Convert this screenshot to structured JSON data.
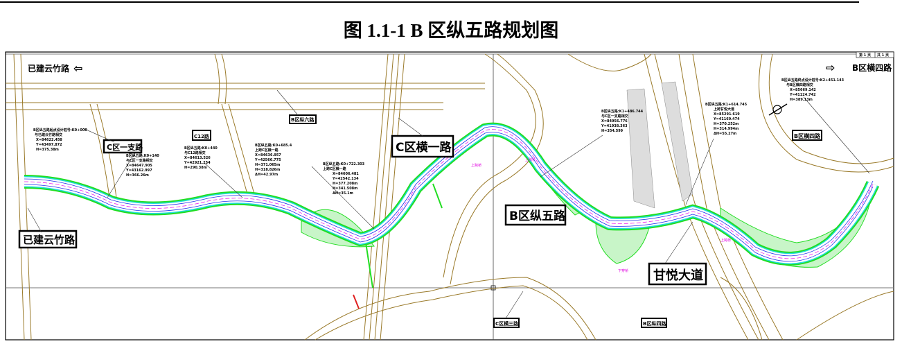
{
  "title": "图 1.1-1 B 区纵五路规划图",
  "sheet": {
    "page": "第 1 页",
    "total": "共 1 页"
  },
  "directions": {
    "left": "已建云竹路",
    "right": "B区横四路",
    "left_arrow": "⇦",
    "right_arrow": "⇨"
  },
  "road_labels": {
    "main": "B区纵五路",
    "existing": "已建云竹路",
    "c_zhi1": "C区一支路",
    "c_heng1": "C区横一路",
    "c2": "C12路",
    "b_zong6": "B区纵六路",
    "b_heng4": "B区横四路",
    "ganyue": "甘悦大道",
    "c_heng3": "C区横三路",
    "b_zong4": "B区纵四路"
  },
  "notes": [
    {
      "lines": [
        "B区纵五路起点设计桩号:K0+000",
        "与已建云竹路相交",
        "X=84622.458",
        "Y=43497.872",
        "H=375.38m"
      ]
    },
    {
      "lines": [
        "B区纵五路:K0+140",
        "与C区一支路相交",
        "X=84647.905",
        "Y=43162.997",
        "H=366.26m"
      ]
    },
    {
      "lines": [
        "B区纵五路:K0+440",
        "与C12路相交",
        "X=84613.526",
        "Y=42921.254",
        "H=290.38m"
      ]
    },
    {
      "lines": [
        "B区纵五路:K0+685.4",
        "上跨C区横一路",
        "X=84636.957",
        "Y=42566.775",
        "H=371.065m",
        "H=318.826m",
        "ΔH=42.97m"
      ]
    },
    {
      "lines": [
        "B区纵五路:K0+722.303",
        "上跨C区横一路",
        "X=84606.481",
        "Y=42542.134",
        "H=377.208m",
        "H=341.508m",
        "ΔH=35.1m"
      ]
    },
    {
      "lines": [
        "B区纵五路:K1+486.744",
        "与C区一支路相交",
        "X=84956.776",
        "Y=41938.363",
        "H=354.599"
      ]
    },
    {
      "lines": [
        "B区纵五路:K1+614.745",
        "上跨甘悦大道",
        "X=85291.619",
        "Y=41169.474",
        "H=370.252m",
        "H=314.994m",
        "ΔH=55.27m"
      ]
    },
    {
      "lines": [
        "B区纵五路终点设计桩号:K2+451.143",
        "与B区横四路相交",
        "X=85669.142",
        "Y=41124.742",
        "H=389.13m"
      ]
    }
  ],
  "magenta_notes": [
    "上跨桥",
    "上跨桥",
    "上跨桥",
    "下穿桥"
  ],
  "colors": {
    "road_edge": "#9a7a2a",
    "green_slope": "#22dd22",
    "lane_blue": "#2233ee",
    "center_magenta": "#ee22ee",
    "cyan": "#22dddd"
  }
}
